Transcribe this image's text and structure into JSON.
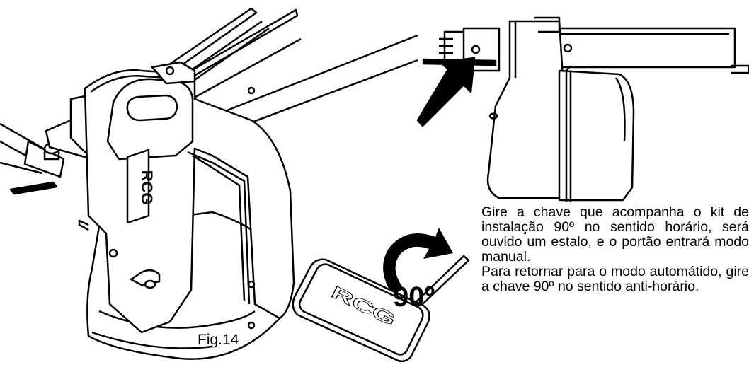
{
  "figure": {
    "caption": "Fig.14"
  },
  "rotation": {
    "label": "90º"
  },
  "key": {
    "logo_text": "RCG"
  },
  "instructions": {
    "paragraph1": "Gire a chave que acompanha o kit de instalação 90º no sentido horário, será ouvido um estalo, e o portão entrará modo manual.",
    "paragraph2": "Para retornar para o modo automátido, gire a chave 90º no sentido anti-horário."
  },
  "colors": {
    "line": "#000000",
    "background": "#ffffff"
  }
}
